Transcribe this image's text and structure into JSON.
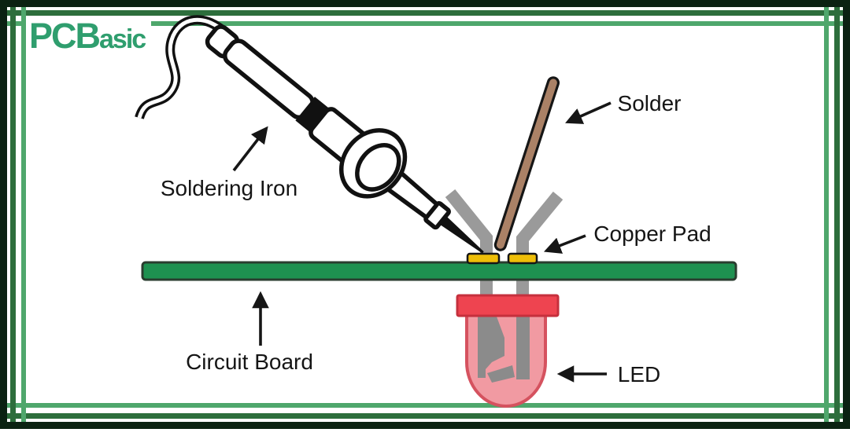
{
  "logo": {
    "part1": "PCB",
    "part2": "asic"
  },
  "diagram": {
    "title_implicit": "Soldering an LED to a circuit board",
    "labels": {
      "soldering_iron": "Soldering Iron",
      "solder": "Solder",
      "copper_pad": "Copper Pad",
      "circuit_board": "Circuit Board",
      "led": "LED"
    }
  },
  "colors": {
    "frame-dark": "#0b2212",
    "frame-forest": "#2d6e3c",
    "frame-medium": "#4fa76c",
    "logo-green": "#2f9e6e",
    "board-green": "#1e9150",
    "board-stroke": "#2a3d2f",
    "pad-gold": "#eebe08",
    "lead-gray": "#9a9a9a",
    "solder-brown": "#aa8166",
    "led-red": "#ee4450",
    "led-red-stroke": "#c5303d",
    "led-pink": "#f19aa2",
    "led-pink-stroke": "#d5525f",
    "internal-gray": "#8b8b8b",
    "ink": "#161616"
  }
}
